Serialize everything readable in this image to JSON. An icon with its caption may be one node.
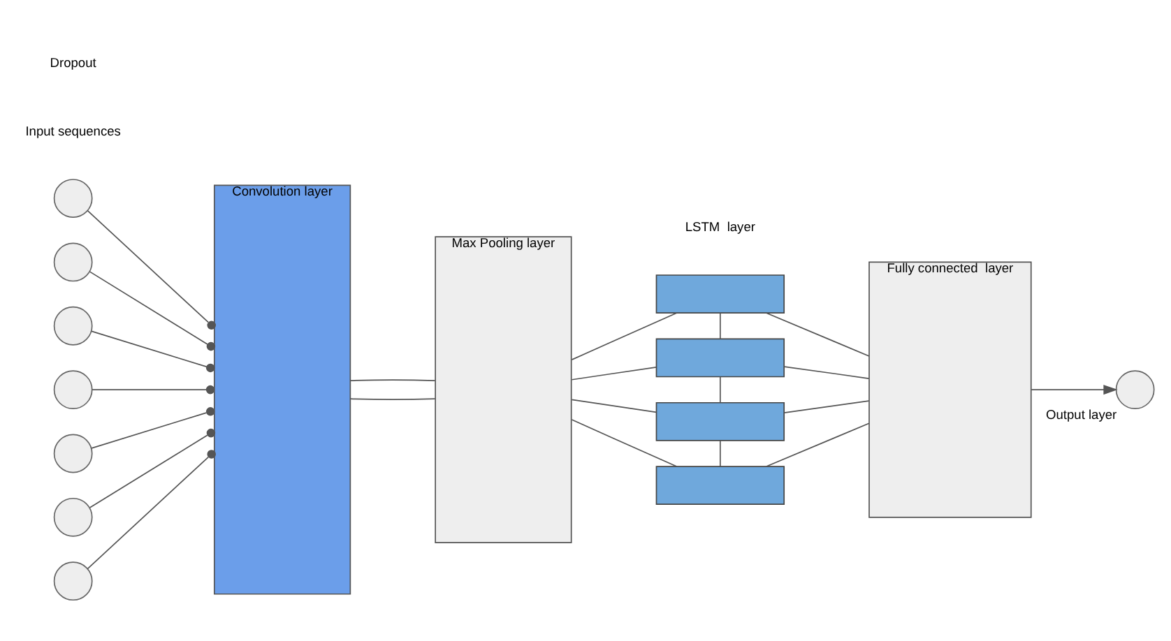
{
  "diagram": {
    "nodes": [
      {
        "text": [],
        "shape": "circle"
      },
      {
        "text": [],
        "shape": "circle"
      },
      {
        "text": [],
        "shape": "circle"
      },
      {
        "text": [],
        "shape": "circle"
      },
      {
        "text": [],
        "shape": "circle"
      },
      {
        "text": [],
        "shape": "circle"
      },
      {
        "text": [],
        "shape": "circle"
      },
      {
        "text": [
          "Convolution layer"
        ]
      },
      {
        "text": [
          "Max Pooling layer"
        ]
      },
      {
        "text": [],
        "shape": "box"
      },
      {
        "text": [],
        "shape": "box"
      },
      {
        "text": [],
        "shape": "box"
      },
      {
        "text": [],
        "shape": "box"
      },
      {
        "text": [
          "Fully connected  layer"
        ]
      },
      {
        "text": [],
        "shape": "circle",
        "beside": [
          "Output layer"
        ]
      }
    ],
    "edges": [
      {
        "from": 0,
        "to": 7,
        "arrow": "other"
      },
      {
        "from": 1,
        "to": 7,
        "arrow": "other"
      },
      {
        "from": 2,
        "to": 7,
        "arrow": "other"
      },
      {
        "from": 3,
        "to": 7,
        "arrow": "other"
      },
      {
        "from": 4,
        "to": 7,
        "arrow": "other"
      },
      {
        "from": 5,
        "to": 7,
        "arrow": "other"
      },
      {
        "from": 6,
        "to": 7,
        "arrow": "other"
      },
      {
        "from": 7,
        "to": 8,
        "arrow": "none"
      },
      {
        "from": 7,
        "to": 8,
        "arrow": "none"
      },
      {
        "from": 8,
        "to": 9,
        "arrow": "none"
      },
      {
        "from": 8,
        "to": 10,
        "arrow": "none"
      },
      {
        "from": 8,
        "to": 11,
        "arrow": "none"
      },
      {
        "from": 8,
        "to": 12,
        "arrow": "none"
      },
      {
        "from": 9,
        "to": 10,
        "arrow": "none"
      },
      {
        "from": 10,
        "to": 11,
        "arrow": "none"
      },
      {
        "from": 11,
        "to": 12,
        "arrow": "none"
      },
      {
        "from": 9,
        "to": 13,
        "arrow": "none"
      },
      {
        "from": 10,
        "to": 13,
        "arrow": "none"
      },
      {
        "from": 11,
        "to": 13,
        "arrow": "none"
      },
      {
        "from": 12,
        "to": 13,
        "arrow": "none"
      },
      {
        "from": 13,
        "to": 14,
        "arrow": "to"
      }
    ],
    "labels": [
      "Input sequences",
      "Dropout",
      "LSTM  layer"
    ]
  }
}
